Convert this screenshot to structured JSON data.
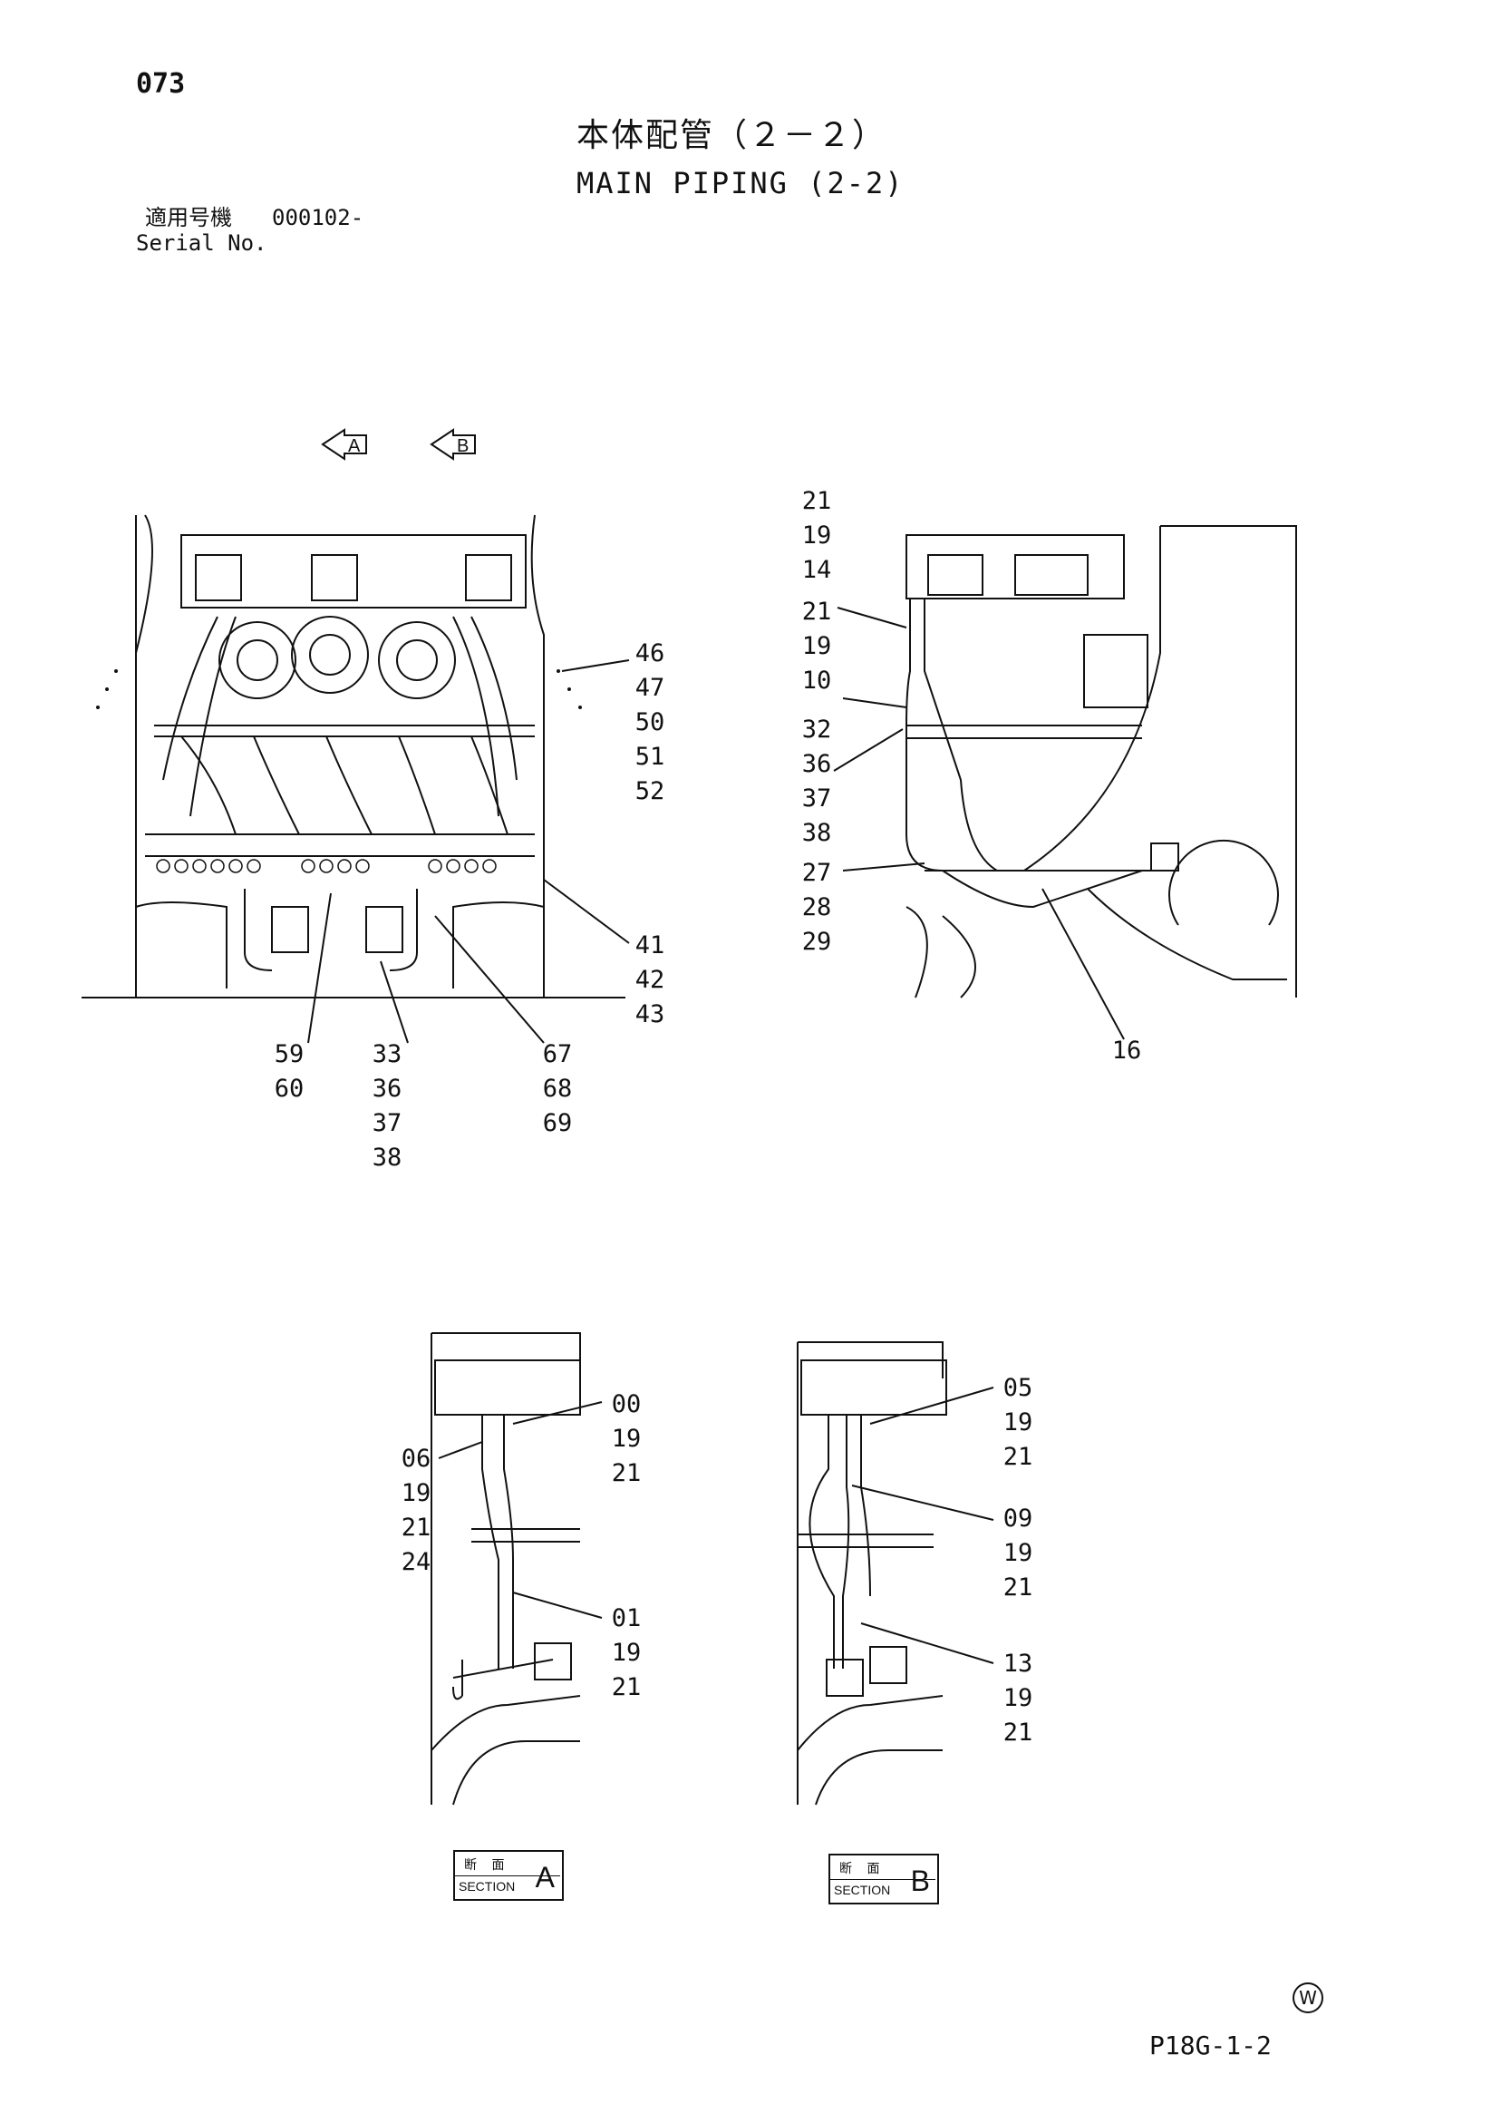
{
  "page": {
    "page_number": "073",
    "title_ja": "本体配管（２－２）",
    "title_en": "MAIN PIPING (2-2)",
    "serial_label_ja": "適用号機",
    "serial_value": "000102-",
    "serial_label_en": "Serial No.",
    "view_markers": [
      "A",
      "B"
    ],
    "section_ja": "断 面",
    "section_en": "SECTION",
    "watermark_symbol": "W",
    "figure_code": "P18G-1-2"
  },
  "callouts": {
    "main_right": [
      "46",
      "47",
      "50",
      "51",
      "52"
    ],
    "main_right_lower": [
      "41",
      "42",
      "43"
    ],
    "main_bottom_1": [
      "59",
      "60"
    ],
    "main_bottom_2": [
      "33",
      "36",
      "37",
      "38"
    ],
    "main_bottom_3": [
      "67",
      "68",
      "69"
    ],
    "side_1": [
      "21",
      "19",
      "14"
    ],
    "side_2": [
      "21",
      "19",
      "10"
    ],
    "side_3": [
      "32",
      "36",
      "37",
      "38"
    ],
    "side_4": [
      "27",
      "28",
      "29"
    ],
    "side_5": [
      "16"
    ],
    "sec_a_1": [
      "00",
      "19",
      "21"
    ],
    "sec_a_2": [
      "06",
      "19",
      "21",
      "24"
    ],
    "sec_a_3": [
      "01",
      "19",
      "21"
    ],
    "sec_b_1": [
      "05",
      "19",
      "21"
    ],
    "sec_b_2": [
      "09",
      "19",
      "21"
    ],
    "sec_b_3": [
      "13",
      "19",
      "21"
    ]
  },
  "sections": [
    {
      "letter": "A"
    },
    {
      "letter": "B"
    }
  ]
}
